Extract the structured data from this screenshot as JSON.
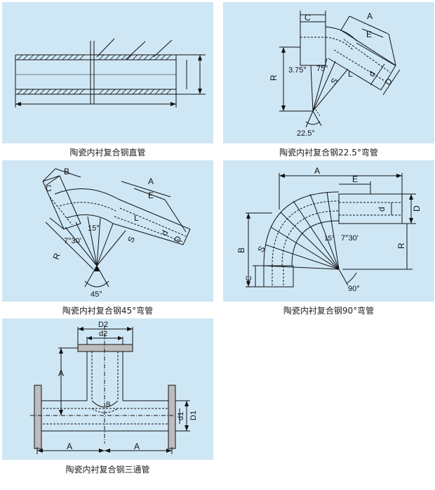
{
  "colors": {
    "panel_bg": "#cfe7f5",
    "line": "#111111"
  },
  "captions": {
    "straight": "陶瓷内衬复合钢直管",
    "bend225": "陶瓷内衬复合钢22.5°弯管",
    "bend45": "陶瓷内衬复合钢45°弯管",
    "bend90": "陶瓷内衬复合钢90°弯管",
    "tee": "陶瓷内衬复合钢三通管"
  },
  "labels": {
    "bend225": {
      "c": "C",
      "a": "A",
      "e": "E",
      "r": "R",
      "ang1": "3.75°",
      "ang2": "75°",
      "s": "S",
      "l": "L",
      "d": "d",
      "dd": "D",
      "ang3": "22.5°"
    },
    "bend45": {
      "b": "B",
      "c": "C",
      "a": "A",
      "e": "E",
      "r": "R",
      "ang1": "7°30'",
      "ang2": "15°",
      "s": "S",
      "l": "L",
      "d": "d",
      "dd": "D",
      "ang3": "45°"
    },
    "bend90": {
      "a": "A",
      "e": "E",
      "d": "d",
      "dd": "D",
      "b": "B",
      "s": "S",
      "ang1": "15°",
      "ang2": "7°30'",
      "r": "R",
      "c": "C",
      "ang3": "90°"
    },
    "tee": {
      "d2": "D2",
      "d2s": "d2",
      "a_v": "A",
      "theta": "θ",
      "d1": "d1",
      "d1u": "D1",
      "a_l": "A",
      "a_r": "A"
    }
  }
}
